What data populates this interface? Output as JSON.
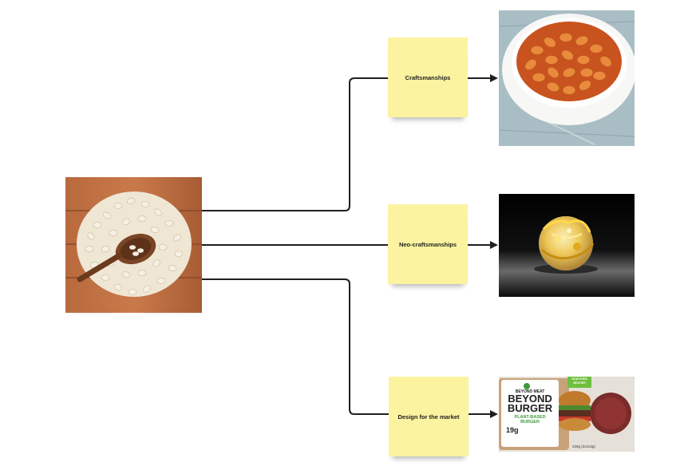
{
  "board": {
    "notes": [
      {
        "id": "craft",
        "label": "Craftsmanships"
      },
      {
        "id": "neo",
        "label": "Neo-craftsmanships"
      },
      {
        "id": "design",
        "label": "Design for the market"
      }
    ],
    "product_pack": {
      "pack_brand": "BEYOND MEAT",
      "pack_title_line1": "BEYOND",
      "pack_title_line2": "BURGER",
      "pack_subtitle_line1": "PLANT-BASED",
      "pack_subtitle_line2": "BURGER",
      "pack_protein": "19g",
      "pack_badge_line1": "NOW EVEN",
      "pack_badge_line2": "MEATIER",
      "pack_weight": "226g (2x113g)"
    }
  }
}
